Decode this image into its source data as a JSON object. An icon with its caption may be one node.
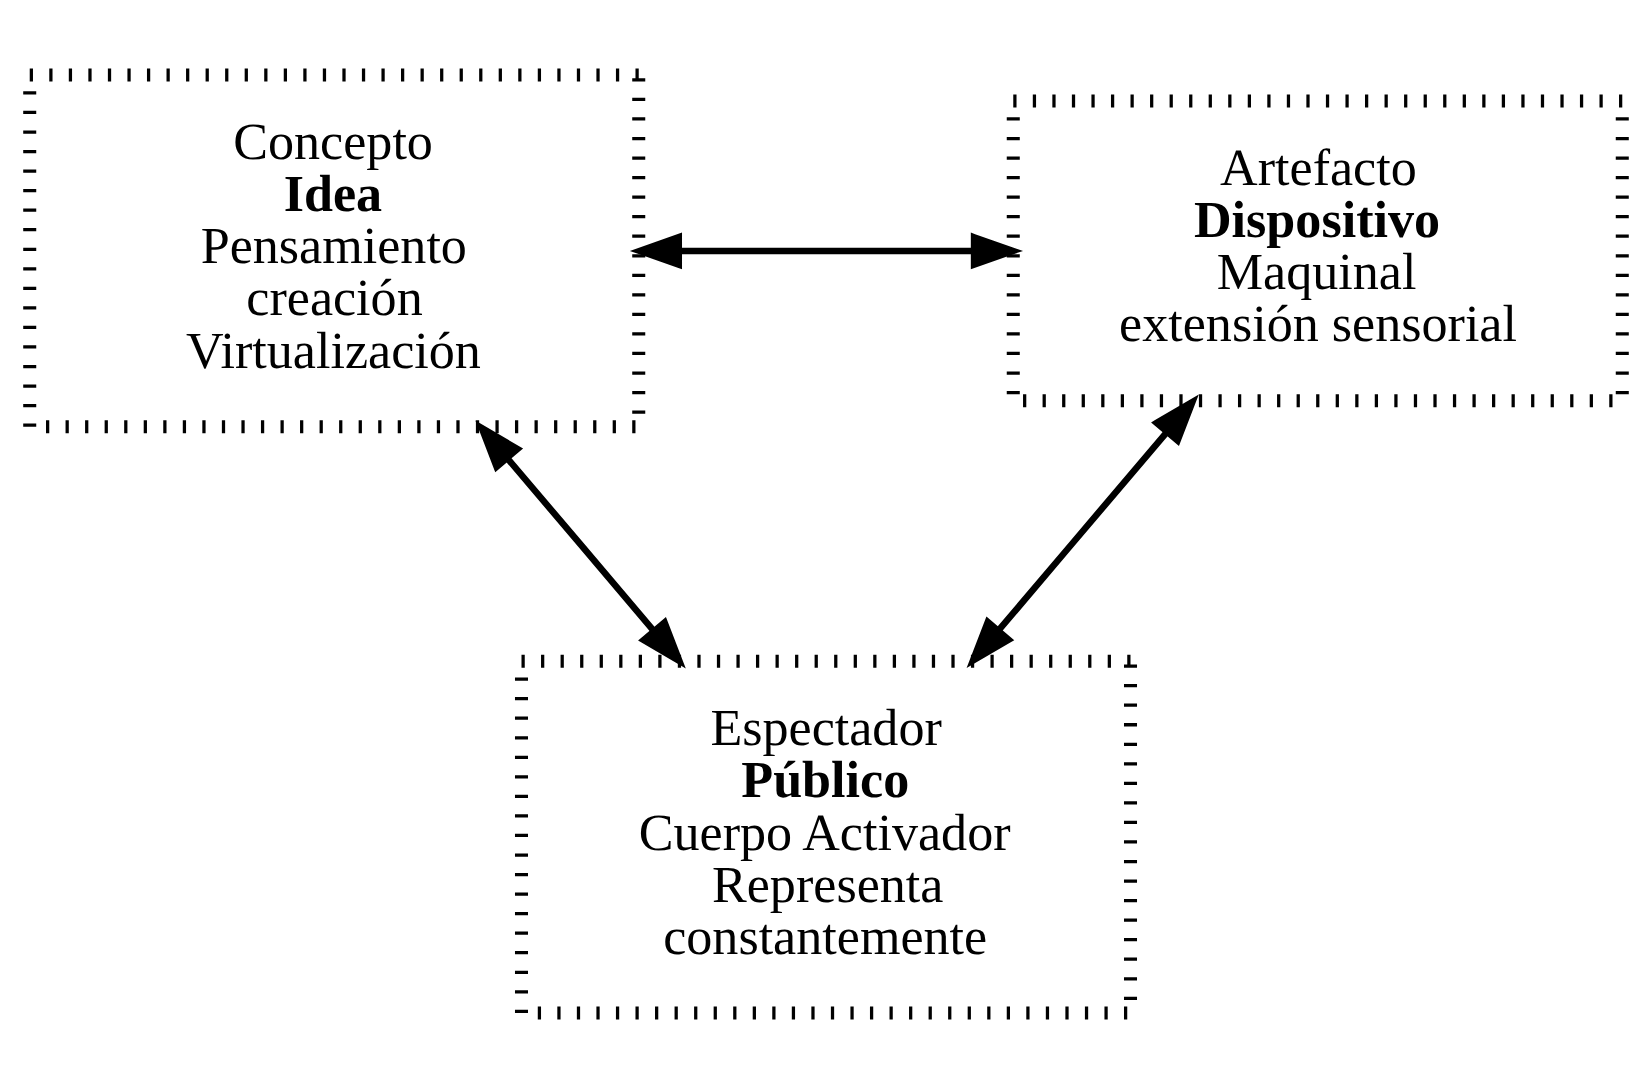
{
  "diagram": {
    "nodes": [
      {
        "text": [
          "Concepto",
          "Idea",
          "Pensamiento",
          "creación",
          "Virtualización"
        ]
      },
      {
        "text": [
          "Artefacto",
          "Dispositivo",
          "Maquinal",
          "extensión sensorial"
        ]
      },
      {
        "text": [
          "Espectador",
          "Público",
          "Cuerpo Activador",
          "Representa",
          "constantemente"
        ]
      }
    ],
    "edges": [
      {
        "from": 0,
        "to": 1,
        "arrow": "both"
      },
      {
        "from": 0,
        "to": 2,
        "arrow": "both"
      },
      {
        "from": 1,
        "to": 2,
        "arrow": "both"
      }
    ]
  }
}
